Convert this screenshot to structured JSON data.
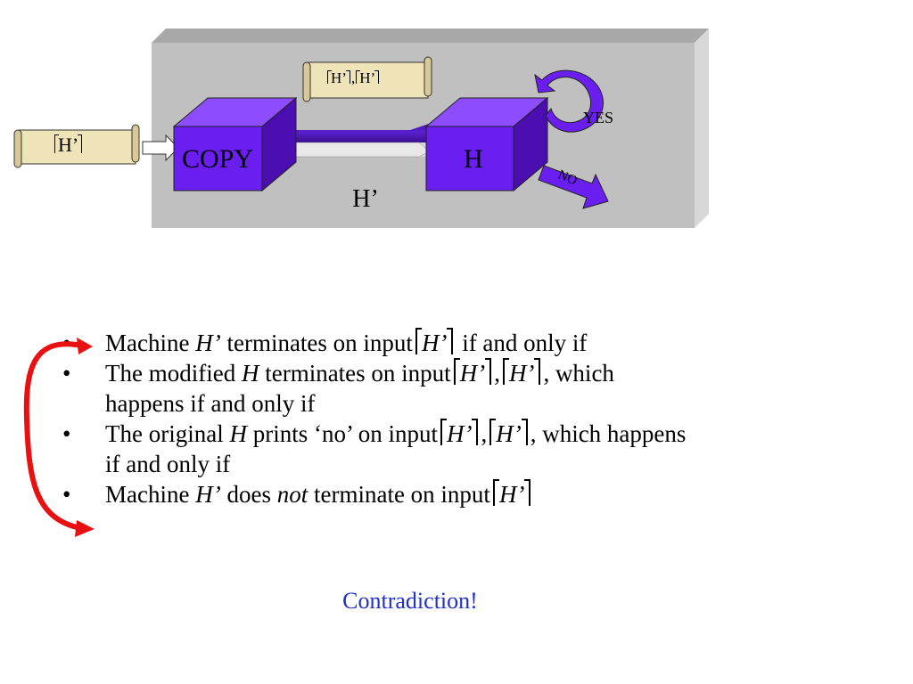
{
  "diagram": {
    "input_scroll": {
      "text": "H’"
    },
    "mid_scroll": {
      "text_a": "H’",
      "separator": ",",
      "text_b": "H’"
    },
    "copy_box": {
      "label": "COPY"
    },
    "h_box": {
      "label": "H"
    },
    "machine_label": "H’",
    "yes_label": "YES",
    "no_label": "NO"
  },
  "bullets": [
    {
      "pre": "Machine ",
      "it": "H’",
      "mid": " terminates on input",
      "q": "H’",
      "post": " if and only if"
    },
    {
      "pre": "The modified ",
      "it": "H",
      "mid": " terminates on input",
      "q1": "H’",
      "sep": ",",
      "q2": "H’",
      "post": ", which",
      "cont": "happens if and only if"
    },
    {
      "pre": "The original ",
      "it": "H",
      "mid": " prints ‘no’ on input",
      "q1": "H’",
      "sep": ",",
      "q2": "H’",
      "post": ", which happens",
      "cont": "if and only if"
    },
    {
      "pre": "Machine ",
      "it": "H’",
      "mid": " does ",
      "not": "not",
      "mid2": " terminate on input",
      "q": "H’"
    }
  ],
  "bullet_symbol": "•",
  "callout": {
    "text": "Contradiction!"
  },
  "colors": {
    "machine_bg": "#c0c0c0",
    "box_front": "#6a1ef0",
    "box_top": "#8e4cff",
    "box_side": "#4a0eb0",
    "scroll": "#efe3b8",
    "starburst": "#ff1010",
    "contradiction_text": "#2030c8",
    "arrow_red": "#e81010"
  }
}
